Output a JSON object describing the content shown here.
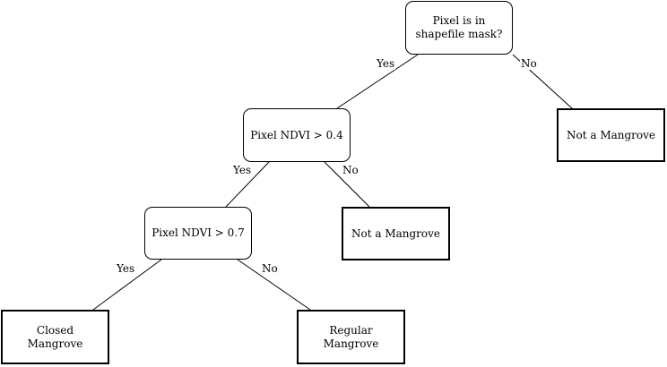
{
  "nodes": {
    "root": "Pixel is in shapefile mask?",
    "ndvi_04": "Pixel NDVI > 0.4",
    "ndvi_07": "Pixel NDVI > 0.7",
    "not_mangrove_1": "Not a Mangrove",
    "not_mangrove_2": "Not a Mangrove",
    "closed": "Closed Mangrove",
    "regular": "Regular Mangrove"
  },
  "edges": {
    "root_yes": "Yes",
    "root_no": "No",
    "ndvi04_yes": "Yes",
    "ndvi04_no": "No",
    "ndvi07_yes": "Yes",
    "ndvi07_no": "No"
  }
}
